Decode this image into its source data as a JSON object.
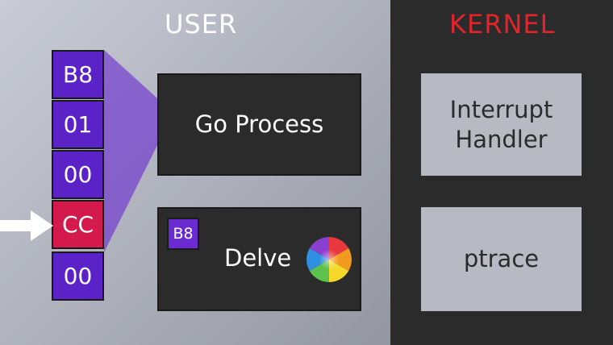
{
  "headings": {
    "user": "USER",
    "kernel": "KERNEL"
  },
  "bytes": [
    {
      "label": "B8",
      "color": "#5b22c8"
    },
    {
      "label": "01",
      "color": "#5b22c8"
    },
    {
      "label": "00",
      "color": "#5b22c8"
    },
    {
      "label": "CC",
      "color": "#d4194c"
    },
    {
      "label": "00",
      "color": "#5b22c8"
    }
  ],
  "boxes": {
    "go_process": "Go Process",
    "delve": "Delve",
    "delve_saved_byte": "B8",
    "interrupt_handler": "Interrupt\nHandler",
    "ptrace": "ptrace"
  },
  "colors": {
    "heading_user": "#ffffff",
    "heading_kernel": "#e2242b",
    "byte_normal": "#5b22c8",
    "byte_breakpoint": "#d4194c",
    "beam": "#6a2cd0"
  },
  "icons": {
    "pointer": "arrow-right-icon",
    "busy": "spinning-wheel-icon"
  }
}
